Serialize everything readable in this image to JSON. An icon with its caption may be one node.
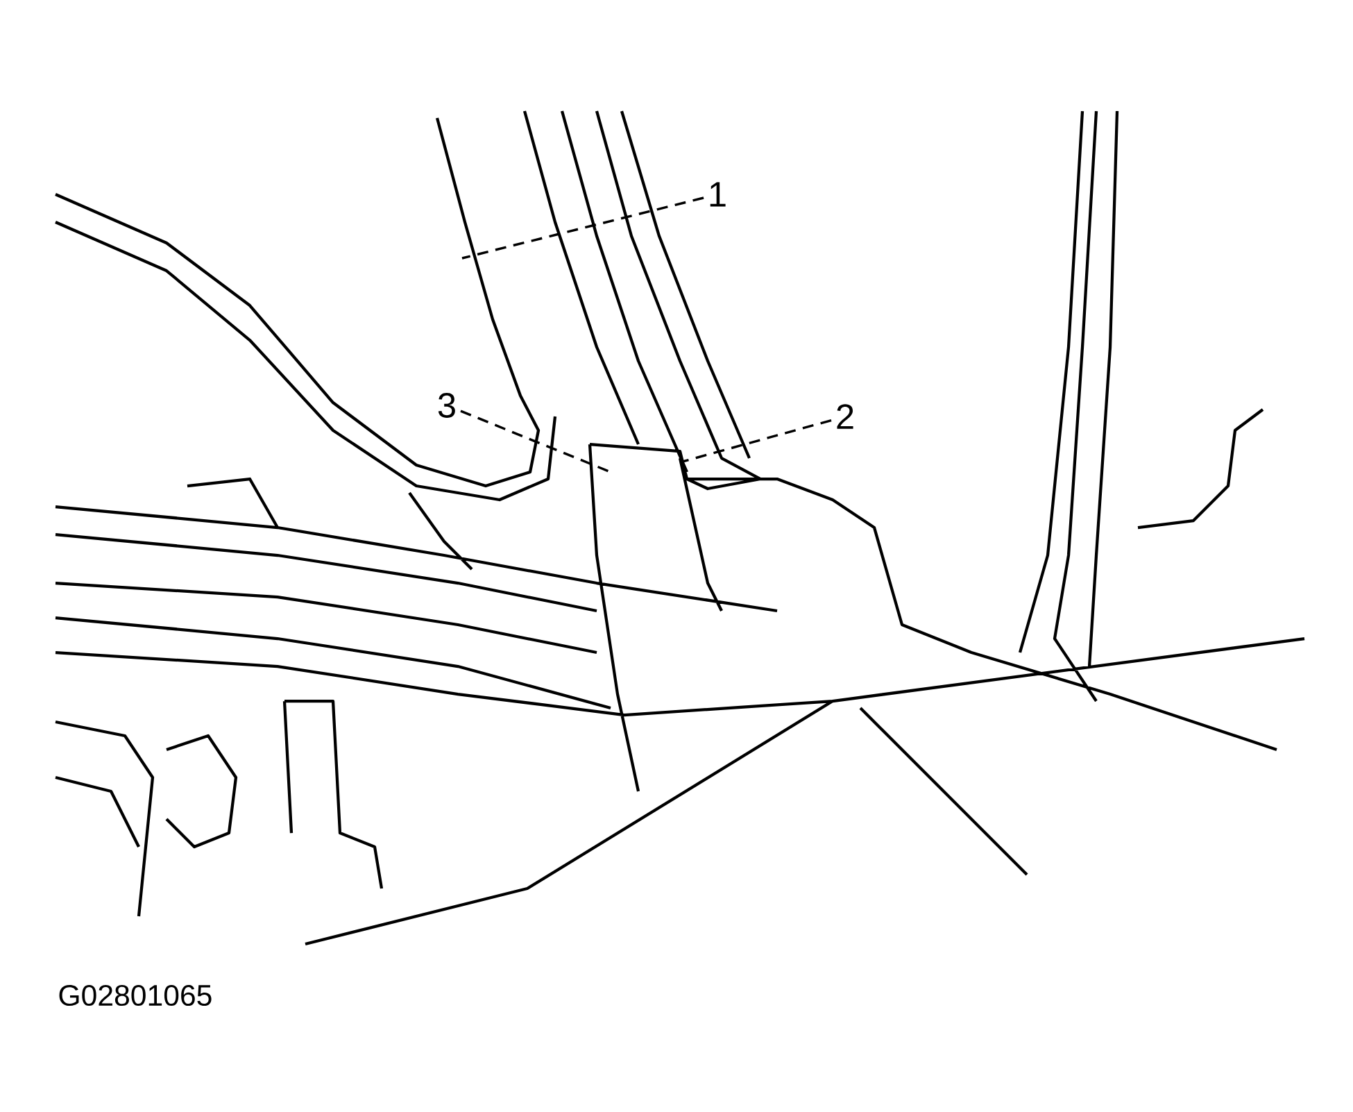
{
  "diagram": {
    "nodes": [
      {
        "text": [
          "1"
        ]
      },
      {
        "text": [
          "2"
        ]
      },
      {
        "text": [
          "3"
        ]
      }
    ],
    "edges": [
      {
        "from": 0,
        "to": null,
        "arrow": "none",
        "style": "dashed"
      },
      {
        "from": 1,
        "to": null,
        "arrow": "none",
        "style": "dashed"
      },
      {
        "from": 2,
        "to": null,
        "arrow": "none",
        "style": "dashed"
      }
    ],
    "labels": [
      "G02801065"
    ]
  }
}
